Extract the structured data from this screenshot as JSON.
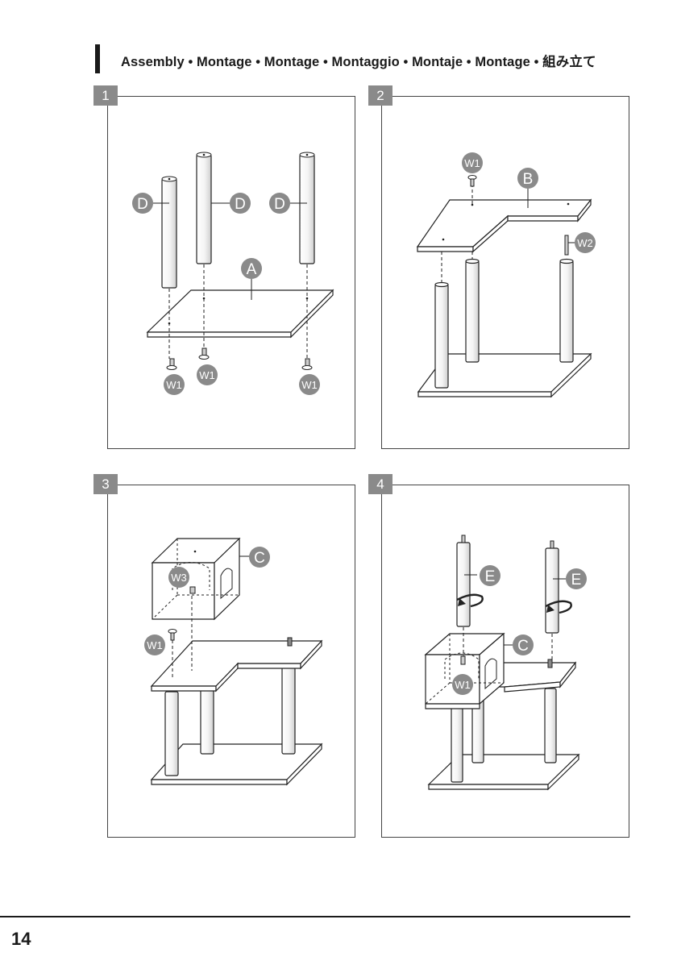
{
  "header": {
    "title": "Assembly • Montage • Montage • Montaggio • Montaje • Montage • 組み立て"
  },
  "steps": [
    {
      "number": "1",
      "labels": {
        "part_d": "D",
        "part_a": "A",
        "screw": "W1"
      }
    },
    {
      "number": "2",
      "labels": {
        "part_b": "B",
        "screw_1": "W1",
        "screw_2": "W2"
      }
    },
    {
      "number": "3",
      "labels": {
        "part_c": "C",
        "screw_3": "W3",
        "screw_1": "W1"
      }
    },
    {
      "number": "4",
      "labels": {
        "part_e": "E",
        "part_c": "C",
        "screw_1": "W1"
      }
    }
  ],
  "footer": {
    "page_number": "14"
  }
}
